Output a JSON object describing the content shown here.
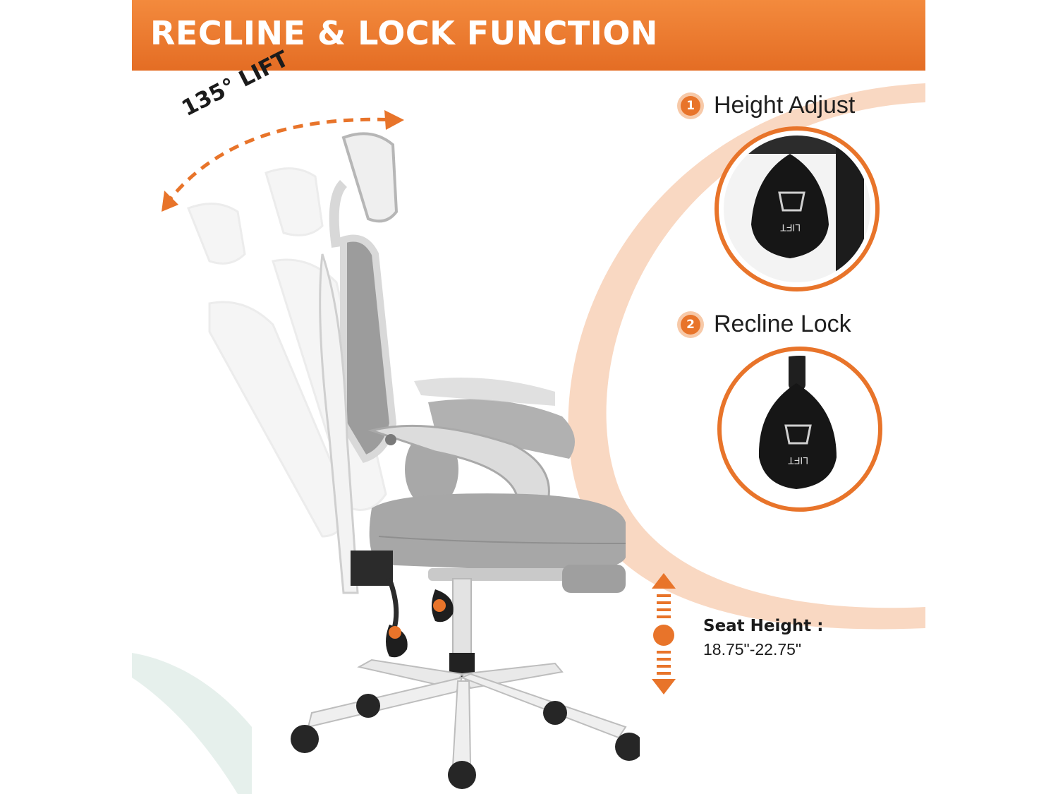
{
  "banner": {
    "title": "RECLINE & LOCK FUNCTION"
  },
  "recline": {
    "angle_label": "135° LIFT"
  },
  "features": [
    {
      "number": "1",
      "label": "Height Adjust",
      "lever_text": "LIFT"
    },
    {
      "number": "2",
      "label": "Recline Lock",
      "lever_text": "LIFT"
    }
  ],
  "seat_height": {
    "label": "Seat Height :",
    "value": "18.75\"-22.75\""
  },
  "colors": {
    "accent": "#e8742a",
    "accent_light": "#f7c9a8",
    "text": "#1b1b1b",
    "banner_text": "#ffffff"
  },
  "icons": [
    "double-arrow-icon",
    "up-down-arrow-icon",
    "number-badge-icon"
  ]
}
